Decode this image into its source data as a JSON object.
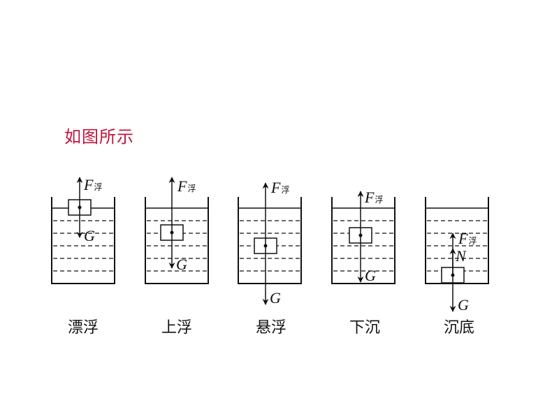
{
  "heading": "如图所示",
  "forces": {
    "buoyancy_main": "F",
    "buoyancy_sub": "浮",
    "gravity": "G",
    "normal": "N"
  },
  "states": [
    {
      "label": "漂浮"
    },
    {
      "label": "上浮"
    },
    {
      "label": "悬浮"
    },
    {
      "label": "下沉"
    },
    {
      "label": "沉底"
    }
  ]
}
